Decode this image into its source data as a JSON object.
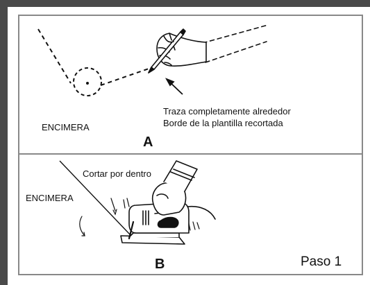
{
  "panel_a": {
    "letter": "A",
    "counter_label": "ENCIMERA",
    "instruction_line1": "Traza completamente alrededor",
    "instruction_line2": "Borde de la plantilla recortada"
  },
  "panel_b": {
    "letter": "B",
    "cut_label": "Cortar por dentro",
    "counter_label": "ENCIMERA"
  },
  "step_label": "Paso 1",
  "colors": {
    "outer_frame": "#4a4a4a",
    "inner_frame": "#888888",
    "ink": "#111111"
  },
  "icons": [
    "hand-with-pencil-icon",
    "arrow-icon",
    "hand-with-jigsaw-icon"
  ]
}
